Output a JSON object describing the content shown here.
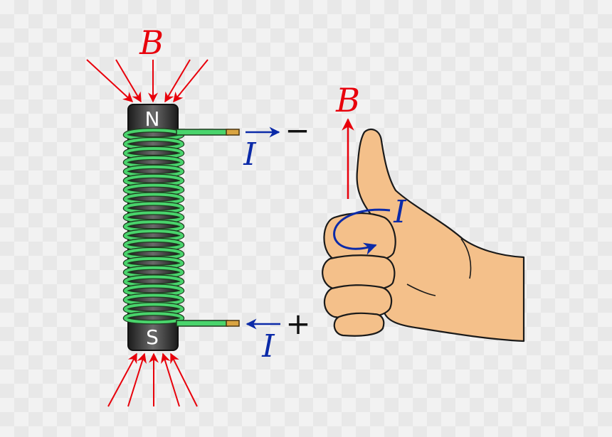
{
  "colors": {
    "field": "#e8000b",
    "current": "#0b2aa8",
    "coil": "#49d46c",
    "coil_outline": "#1f3a1f",
    "core": "#333333",
    "skin": "#f4c08a",
    "wire_tip": "#d9a441"
  },
  "labels": {
    "field_top": "B",
    "field_hand": "B",
    "north": "N",
    "south": "S",
    "current_top": "I",
    "current_bottom": "I",
    "current_hand": "I",
    "minus": "−",
    "plus": "+"
  },
  "icons": {
    "right_hand": "thumbs-up-hand-icon"
  }
}
